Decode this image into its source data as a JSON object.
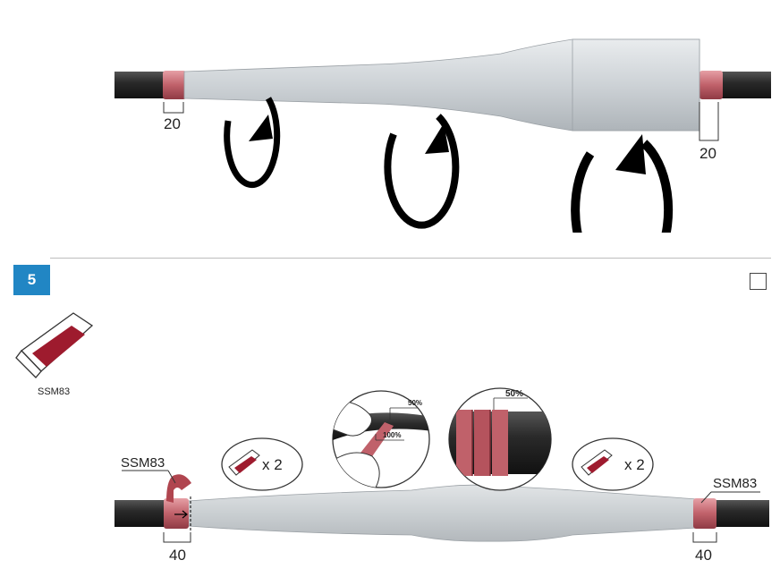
{
  "step": {
    "number": "5"
  },
  "top": {
    "dim_left": "20",
    "dim_right": "20"
  },
  "bottom": {
    "material_label": "SSM83",
    "left_callout": "SSM83",
    "right_callout": "SSM83",
    "dim_left": "40",
    "dim_right": "40",
    "qty_left": "x 2",
    "qty_right": "x 2",
    "overlap_top": "50%",
    "overlap_bottom": "100%",
    "overlap_detail": "50%"
  },
  "colors": {
    "cable": "#2b2b2b",
    "tape_red": "#c0616a",
    "tape_dark_red": "#9e1b2e",
    "sleeve_gray": "#cfd3d6",
    "badge_blue": "#2186c4"
  }
}
